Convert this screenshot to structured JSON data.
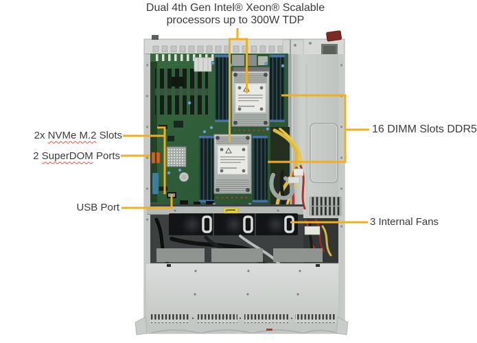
{
  "figure": {
    "background": "#ffffff",
    "callout_color": "#EFAF20",
    "label_text_color": "#3b3b3b",
    "spellcheck_underline_color": "#e8554b",
    "subject": "server chassis top view"
  },
  "callouts": {
    "cpu": {
      "line1": "Dual 4th Gen Intel® Xeon® Scalable",
      "line2": "processors up to 300W TDP"
    },
    "nvme": {
      "prefix": "2x ",
      "flagged": "NVMe M.2",
      "suffix": " Slots"
    },
    "superdom": {
      "prefix": "2 ",
      "flagged": "SuperDOM",
      "suffix": " Ports"
    },
    "usb": {
      "label": "USB Port"
    },
    "dimm": {
      "label": "16 DIMM Slots DDR5"
    },
    "fans": {
      "label": "3 Internal Fans"
    }
  }
}
